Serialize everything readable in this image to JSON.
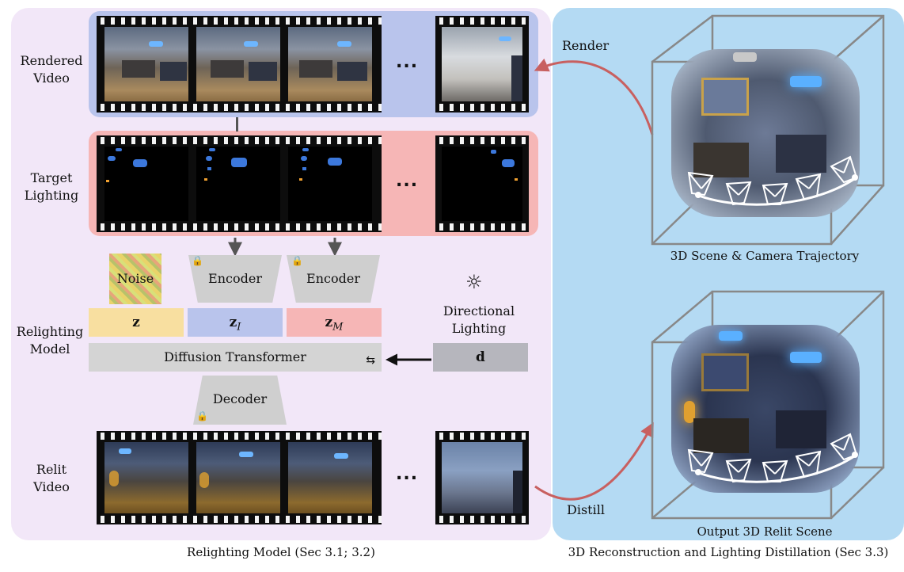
{
  "left_panel": {
    "caption": "Relighting Model (Sec 3.1; 3.2)",
    "rows": {
      "rendered_video": "Rendered\nVideo",
      "target_lighting": "Target\nLighting",
      "relighting_model": "Relighting\nModel",
      "relit_video": "Relit\nVideo"
    },
    "ellipsis": "...",
    "noise_label": "Noise",
    "encoder_labels": [
      "Encoder",
      "Encoder"
    ],
    "decoder_label": "Decoder",
    "latents": {
      "z": "z",
      "z_i": "z",
      "z_i_sub": "I",
      "z_m": "z",
      "z_m_sub": "M"
    },
    "diffusion_transformer": "Diffusion Transformer",
    "directional_lighting": "Directional\nLighting",
    "d_label": "d",
    "icons": {
      "sun": "sun-icon",
      "lock": "lock-icon",
      "loop": "loop-icon"
    }
  },
  "right_panel": {
    "caption": "3D Reconstruction and Lighting Distillation (Sec 3.3)",
    "render_label": "Render",
    "distill_label": "Distill",
    "scene_caption_top": "3D Scene & Camera Trajectory",
    "scene_caption_bottom": "Output 3D Relit Scene"
  },
  "colors": {
    "left_panel_bg": "#f2e7f8",
    "right_panel_bg": "#b4daf3",
    "rendered_band": "#b9c4ec",
    "lighting_band": "#f6b6b6",
    "z_noise": "#f8dfa0",
    "z_image": "#b9c4ec",
    "z_mask": "#f6b6b6",
    "arrow_red": "#c86060",
    "light_blue_blob": "#3c78dc"
  }
}
